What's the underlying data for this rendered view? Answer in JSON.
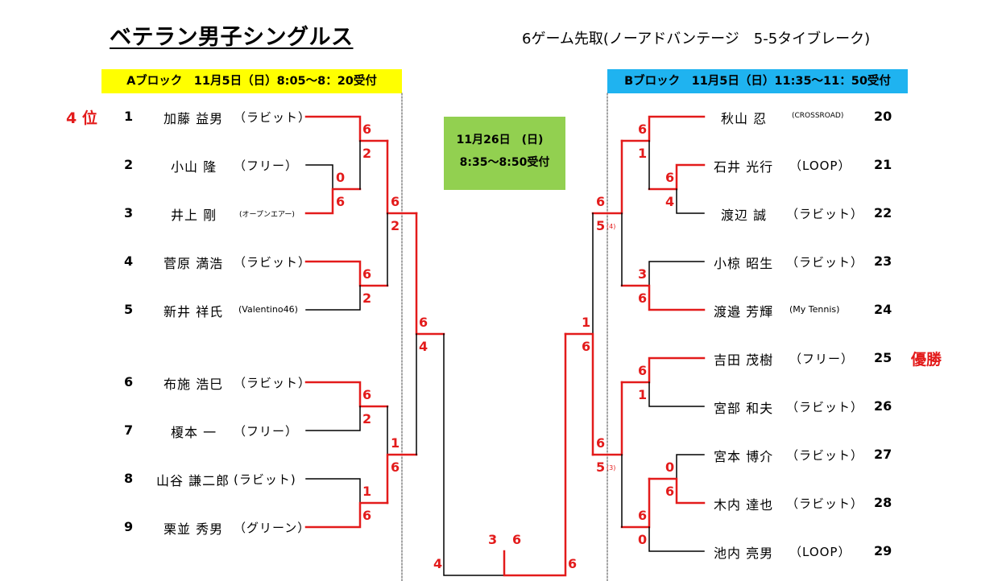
{
  "title": "ベテラン男子シングルス",
  "rule": "6ゲーム先取(ノーアドバンテージ　5-5タイブレーク)",
  "blocks": {
    "a_header": "Aブロック　11月5日（日）8:05～8：20受付",
    "b_header": "Bブロック　11月5日（日）11:35～11：50受付"
  },
  "final": {
    "date": "11月26日　(日)",
    "time": "8:35～8:50受付"
  },
  "placements": {
    "fourth": "4 位",
    "champion": "優勝"
  },
  "players_a": [
    {
      "seed": "1",
      "name": "加藤 益男",
      "club": "（ラビット）"
    },
    {
      "seed": "2",
      "name": "小山 隆",
      "club": "（フリー）"
    },
    {
      "seed": "3",
      "name": "井上 剛",
      "club": "(オープンエアー)"
    },
    {
      "seed": "4",
      "name": "菅原 満浩",
      "club": "（ラビット）"
    },
    {
      "seed": "5",
      "name": "新井 祥氏",
      "club": "(Valentino46)"
    },
    {
      "seed": "6",
      "name": "布施 浩巳",
      "club": "（ラビット）"
    },
    {
      "seed": "7",
      "name": "榎本 一",
      "club": "（フリー）"
    },
    {
      "seed": "8",
      "name": "山谷 謙二郎",
      "club": "(ラビット)"
    },
    {
      "seed": "9",
      "name": "栗並 秀男",
      "club": "（グリーン）"
    }
  ],
  "players_b": [
    {
      "seed": "20",
      "name": "秋山 忍",
      "club": "(CROSSROAD)"
    },
    {
      "seed": "21",
      "name": "石井 光行",
      "club": "（LOOP）"
    },
    {
      "seed": "22",
      "name": "渡辺 誠",
      "club": "（ラビット）"
    },
    {
      "seed": "23",
      "name": "小椋 昭生",
      "club": "（ラビット）"
    },
    {
      "seed": "24",
      "name": "渡邉 芳輝",
      "club": "(My Tennis)"
    },
    {
      "seed": "25",
      "name": "吉田 茂樹",
      "club": "（フリー）"
    },
    {
      "seed": "26",
      "name": "宮部 和夫",
      "club": "（ラビット）"
    },
    {
      "seed": "27",
      "name": "宮本 博介",
      "club": "（ラビット）"
    },
    {
      "seed": "28",
      "name": "木内 達也",
      "club": "（ラビット）"
    },
    {
      "seed": "29",
      "name": "池内 亮男",
      "club": "（LOOP）"
    }
  ],
  "scores": {
    "a_1_2_top": "0",
    "a_1_2_bot": "6",
    "a_2_top": "6",
    "a_2_bot": "2",
    "a_4_top": "6",
    "a_4_bot": "2",
    "a_3_top": "6",
    "a_3_bot": "2",
    "a_6_top": "6",
    "a_6_bot": "2",
    "a_8_top": "1",
    "a_8_bot": "6",
    "a_7_top": "1",
    "a_7_bot": "6",
    "a_semi_top": "6",
    "a_semi_bot": "4",
    "a_final": "4",
    "b_21_top": "6",
    "b_21_bot": "4",
    "b_20_top": "6",
    "b_20_bot": "1",
    "b_23_top": "3",
    "b_23_bot": "6",
    "b_q1_top": "6",
    "b_q1_bot": "5",
    "b_q1_tb": "(4)",
    "b_25_top": "6",
    "b_25_bot": "1",
    "b_27_top": "0",
    "b_27_bot": "6",
    "b_28_top": "6",
    "b_28_bot": "0",
    "b_q2_top": "6",
    "b_q2_bot": "5",
    "b_q2_tb": "(3)",
    "b_semi_top": "1",
    "b_semi_bot": "6",
    "b_final": "6",
    "final_left": "3",
    "final_right": "6"
  },
  "colors": {
    "winner_line": "#e31b1b",
    "loser_line": "#000000",
    "block_a": "#ffff00",
    "block_b": "#1fb3f0",
    "final_box": "#92d050"
  }
}
